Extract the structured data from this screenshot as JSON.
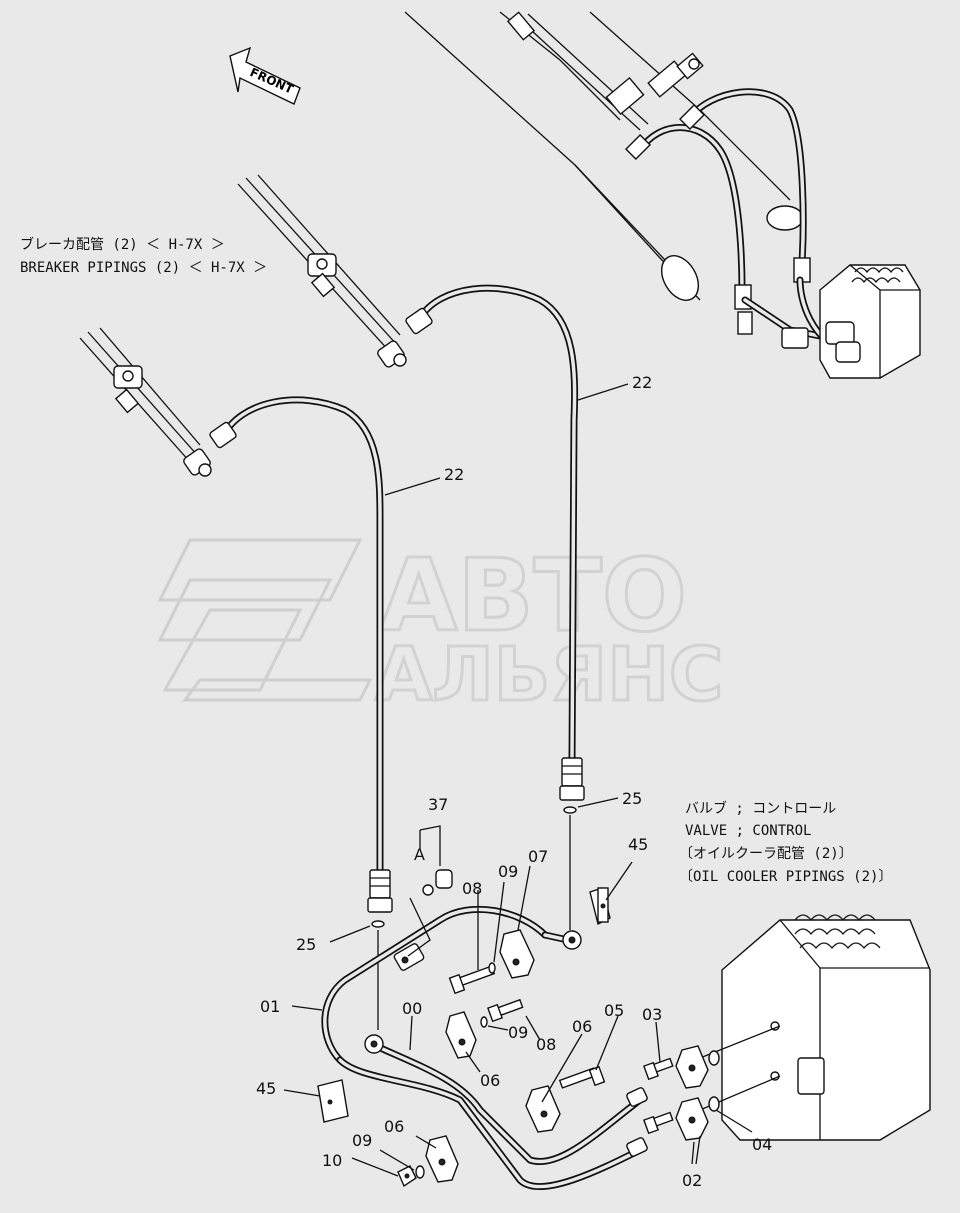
{
  "front_label": "FRONT",
  "breaker": {
    "jp": "ブレーカ配管 (2) ＜ H-7X ＞",
    "en": "BREAKER PIPINGS (2) ＜ H-7X ＞"
  },
  "valve": {
    "line1_jp": "バルブ ; コントロール",
    "line2_en": "VALVE ; CONTROL",
    "line3_jp": "〔オイルクーラ配管 (2)〕",
    "line4_en": "〔OIL COOLER PIPINGS (2)〕"
  },
  "watermark": {
    "line1": "АВТО",
    "line2": "АЛЬЯНС"
  },
  "callouts": {
    "hose_left": "22",
    "hose_right": "22",
    "oring_left": "25",
    "oring_right": "25",
    "bolt_kit": "37",
    "detail_a": "A",
    "bolt_08_top": "08",
    "washer_09_top": "09",
    "clamp_07": "07",
    "block_45_right": "45",
    "pipe_01": "01",
    "pipe_00": "00",
    "bolt_08_mid": "08",
    "washer_09_mid": "09",
    "clamp_06_mid": "06",
    "clamp_06_right": "06",
    "bolt_05": "05",
    "bolt_03": "03",
    "block_45_left": "45",
    "clamp_06_bottom": "06",
    "washer_09_bottom": "09",
    "nut_10": "10",
    "oring_04": "04",
    "flange_02": "02"
  }
}
